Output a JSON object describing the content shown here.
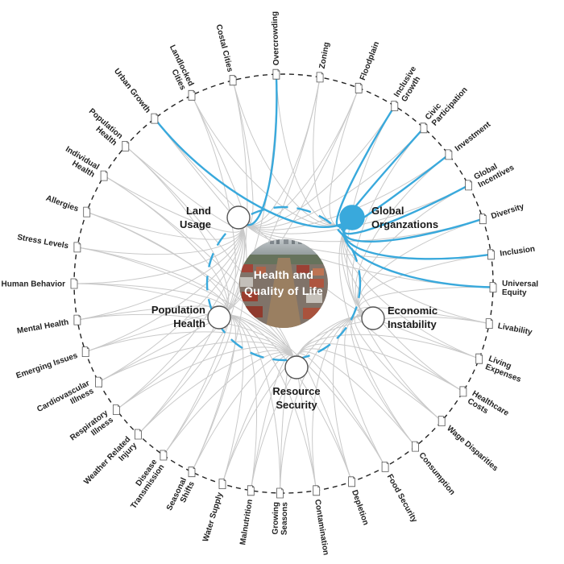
{
  "center": {
    "line1": "Health and",
    "line2": "Quality of Life"
  },
  "colors": {
    "accent": "#39a9dc",
    "link": "#c9c9c9",
    "ring": "#222222",
    "doc": "#ffffff"
  },
  "hubs": [
    {
      "id": "land",
      "lines": [
        "Land",
        "Usage"
      ],
      "filled": false
    },
    {
      "id": "global",
      "lines": [
        "Global",
        "Organzations"
      ],
      "filled": true
    },
    {
      "id": "econ",
      "lines": [
        "Economic",
        "Instability"
      ],
      "filled": false
    },
    {
      "id": "resource",
      "lines": [
        "Resource",
        "Security"
      ],
      "filled": false
    },
    {
      "id": "pop",
      "lines": [
        "Population",
        "Health"
      ],
      "filled": false
    }
  ],
  "leaves": [
    {
      "lines": [
        "Overcrowding"
      ],
      "hub": "land",
      "highlight": true
    },
    {
      "lines": [
        "Zoning"
      ],
      "hub": "land",
      "highlight": false
    },
    {
      "lines": [
        "Floodplain"
      ],
      "hub": "land",
      "highlight": false
    },
    {
      "lines": [
        "Inclusive",
        "Growth"
      ],
      "hub": "global",
      "highlight": true
    },
    {
      "lines": [
        "Civic",
        "Participation"
      ],
      "hub": "global",
      "highlight": true
    },
    {
      "lines": [
        "Investment"
      ],
      "hub": "global",
      "highlight": true
    },
    {
      "lines": [
        "Global",
        "Incentives"
      ],
      "hub": "global",
      "highlight": true
    },
    {
      "lines": [
        "Diversity"
      ],
      "hub": "global",
      "highlight": true
    },
    {
      "lines": [
        "Inclusion"
      ],
      "hub": "global",
      "highlight": true
    },
    {
      "lines": [
        "Universal",
        "Equity"
      ],
      "hub": "global",
      "highlight": true
    },
    {
      "lines": [
        "Livability"
      ],
      "hub": "econ",
      "highlight": false
    },
    {
      "lines": [
        "Living",
        "Expenses"
      ],
      "hub": "econ",
      "highlight": false
    },
    {
      "lines": [
        "Healthcare",
        "Costs"
      ],
      "hub": "econ",
      "highlight": false
    },
    {
      "lines": [
        "Wage Disparities"
      ],
      "hub": "econ",
      "highlight": false
    },
    {
      "lines": [
        "Consumption"
      ],
      "hub": "econ",
      "highlight": false
    },
    {
      "lines": [
        "Food Security"
      ],
      "hub": "resource",
      "highlight": false
    },
    {
      "lines": [
        "Depletion"
      ],
      "hub": "resource",
      "highlight": false
    },
    {
      "lines": [
        "Contamination"
      ],
      "hub": "resource",
      "highlight": false
    },
    {
      "lines": [
        "Growing",
        "Seasons"
      ],
      "hub": "resource",
      "highlight": false
    },
    {
      "lines": [
        "Malnutrition"
      ],
      "hub": "resource",
      "highlight": false
    },
    {
      "lines": [
        "Water Supply"
      ],
      "hub": "resource",
      "highlight": false
    },
    {
      "lines": [
        "Seasonal",
        "Shifts"
      ],
      "hub": "pop",
      "highlight": false
    },
    {
      "lines": [
        "Disease",
        "Transmission"
      ],
      "hub": "pop",
      "highlight": false
    },
    {
      "lines": [
        "Weather Related",
        "Injury"
      ],
      "hub": "pop",
      "highlight": false
    },
    {
      "lines": [
        "Respiratory",
        "Illness"
      ],
      "hub": "pop",
      "highlight": false
    },
    {
      "lines": [
        "Cardiovascular",
        "Illness"
      ],
      "hub": "pop",
      "highlight": false
    },
    {
      "lines": [
        "Emerging Issues"
      ],
      "hub": "pop",
      "highlight": false
    },
    {
      "lines": [
        "Mental Health"
      ],
      "hub": "pop",
      "highlight": false
    },
    {
      "lines": [
        "Human Behavior"
      ],
      "hub": "pop",
      "highlight": false
    },
    {
      "lines": [
        "Stress Levels"
      ],
      "hub": "pop",
      "highlight": false
    },
    {
      "lines": [
        "Allergies"
      ],
      "hub": "pop",
      "highlight": false
    },
    {
      "lines": [
        "Individual",
        "Health"
      ],
      "hub": "pop",
      "highlight": false
    },
    {
      "lines": [
        "Population",
        "Health"
      ],
      "hub": "pop",
      "highlight": false
    },
    {
      "lines": [
        "Urban Growth"
      ],
      "hub": "global",
      "highlight": true
    },
    {
      "lines": [
        "Landlocked",
        "Cities"
      ],
      "hub": "land",
      "highlight": false
    },
    {
      "lines": [
        "Costal Cities"
      ],
      "hub": "land",
      "highlight": false
    }
  ]
}
